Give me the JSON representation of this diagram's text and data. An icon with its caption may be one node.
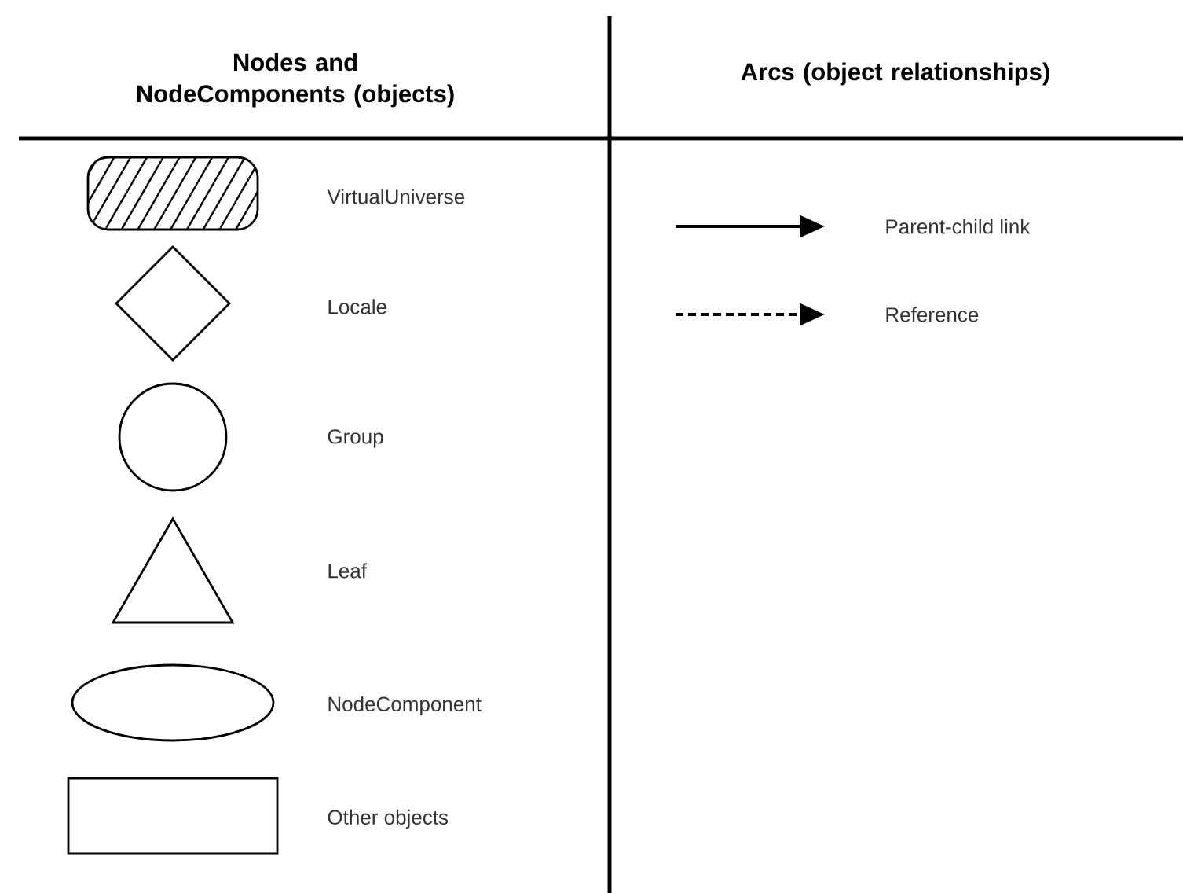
{
  "diagram": {
    "nodes": [
      {
        "text": [],
        "shape": "capsule"
      },
      {
        "text": [],
        "shape": "diamond"
      },
      {
        "text": [],
        "shape": "circle"
      },
      {
        "text": [],
        "shape": "triangle"
      },
      {
        "text": [],
        "shape": "ellipse"
      },
      {
        "text": [],
        "shape": "box"
      }
    ],
    "labels": [
      "Nodes and NodeComponents (objects)",
      "Arcs (object relationships)",
      "VirtualUniverse",
      "Locale",
      "Group",
      "Leaf",
      "NodeComponent",
      "Other objects"
    ],
    "legend": [
      {
        "text": "Parent-child link"
      },
      {
        "text": "Reference"
      }
    ]
  }
}
